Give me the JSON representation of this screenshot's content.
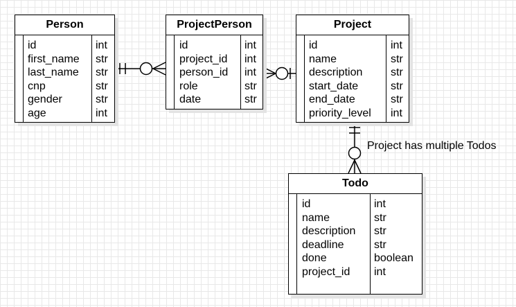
{
  "entities": {
    "person": {
      "name": "Person",
      "columns": [
        {
          "name": "id",
          "type": "int"
        },
        {
          "name": "first_name",
          "type": "str"
        },
        {
          "name": "last_name",
          "type": "str"
        },
        {
          "name": "cnp",
          "type": "str"
        },
        {
          "name": "gender",
          "type": "str"
        },
        {
          "name": "age",
          "type": "int"
        }
      ]
    },
    "project_person": {
      "name": "ProjectPerson",
      "columns": [
        {
          "name": "id",
          "type": "int"
        },
        {
          "name": "project_id",
          "type": "int"
        },
        {
          "name": "person_id",
          "type": "int"
        },
        {
          "name": "role",
          "type": "str"
        },
        {
          "name": "date",
          "type": "str"
        }
      ]
    },
    "project": {
      "name": "Project",
      "columns": [
        {
          "name": "id",
          "type": "int"
        },
        {
          "name": "name",
          "type": "str"
        },
        {
          "name": "description",
          "type": "str"
        },
        {
          "name": "start_date",
          "type": "str"
        },
        {
          "name": "end_date",
          "type": "str"
        },
        {
          "name": "priority_level",
          "type": "int"
        }
      ]
    },
    "todo": {
      "name": "Todo",
      "columns": [
        {
          "name": "id",
          "type": "int"
        },
        {
          "name": "name",
          "type": "str"
        },
        {
          "name": "description",
          "type": "str"
        },
        {
          "name": "deadline",
          "type": "str"
        },
        {
          "name": "done",
          "type": "boolean"
        },
        {
          "name": "project_id",
          "type": "int"
        }
      ]
    }
  },
  "relationships": {
    "project_todo_label": "Project has multiple Todos"
  }
}
